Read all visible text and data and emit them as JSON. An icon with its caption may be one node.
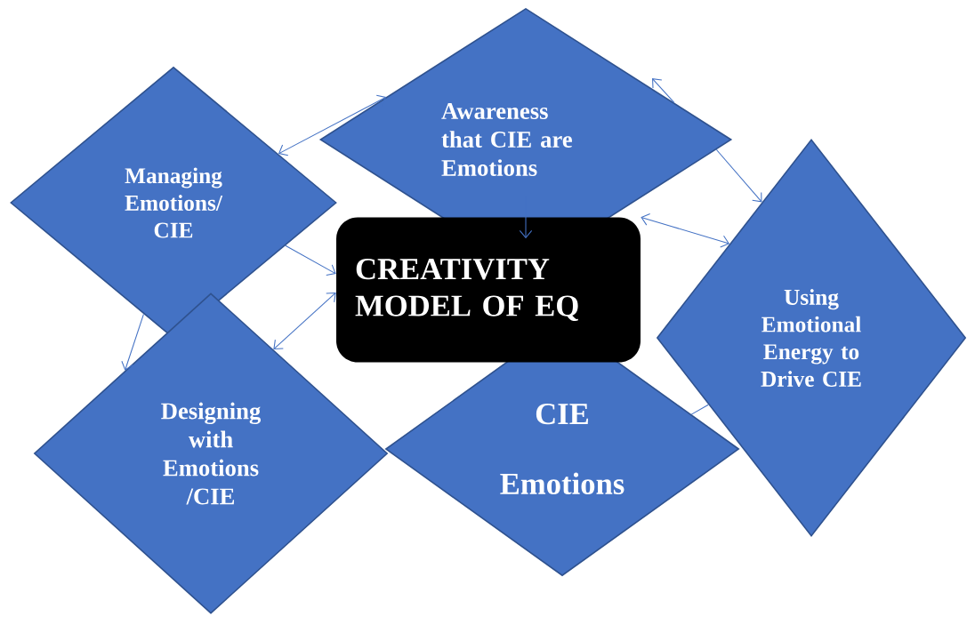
{
  "diagram": {
    "nodes": [
      {
        "text": [
          "Awareness that CIE are Emotions"
        ]
      },
      {
        "text": [
          "Managing Emotions/ CIE"
        ]
      },
      {
        "text": [
          "CREATIVITY MODEL OF EQ"
        ]
      },
      {
        "text": [
          "Using Emotional Energy to Drive CIE"
        ]
      },
      {
        "text": [
          "Designing with Emotions /CIE"
        ]
      },
      {
        "text": [
          "CIE",
          "Emotions"
        ]
      }
    ],
    "edges": [
      {
        "from": 0,
        "to": 1,
        "arrow": "both"
      },
      {
        "from": 0,
        "to": 2,
        "arrow": "to"
      },
      {
        "from": 0,
        "to": 3,
        "arrow": "to"
      },
      {
        "from": 0,
        "to": null,
        "arrow": "to"
      },
      {
        "from": 1,
        "to": 2,
        "arrow": "to"
      },
      {
        "from": 1,
        "to": 4,
        "arrow": "to"
      },
      {
        "from": 2,
        "to": 4,
        "arrow": "both"
      },
      {
        "from": 2,
        "to": 3,
        "arrow": "both"
      },
      {
        "from": 5,
        "to": 3,
        "arrow": "none"
      }
    ]
  }
}
